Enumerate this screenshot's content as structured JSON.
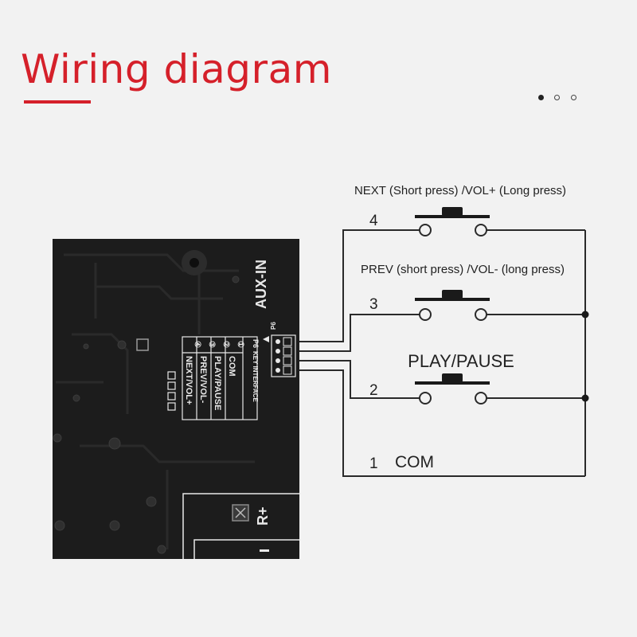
{
  "title": "Wiring diagram",
  "colors": {
    "accent": "#d5202a",
    "pcb": "#1c1c1c",
    "silk": "#e8e8e8",
    "wire": "#2a2a2a"
  },
  "carousel": {
    "count": 3,
    "active_index": 0
  },
  "board": {
    "aux_label": "AUX-IN",
    "header_label": "P6",
    "header_box_label": "P6",
    "key_interface_label": "KEY INTERFACE",
    "pin_numbers": [
      "①",
      "②",
      "③",
      "④"
    ],
    "pins": [
      "COM",
      "PLAY/PAUSE",
      "PREV/VOL-",
      "NEXT/VOL+"
    ],
    "terminal_label": "R+"
  },
  "buttons": [
    {
      "pin": "4",
      "caption": "NEXT (Short press) /VOL+ (Long press)"
    },
    {
      "pin": "3",
      "caption": "PREV (short press) /VOL- (long press)"
    },
    {
      "pin": "2",
      "caption": "PLAY/PAUSE"
    }
  ],
  "com": {
    "pin": "1",
    "label": "COM"
  }
}
